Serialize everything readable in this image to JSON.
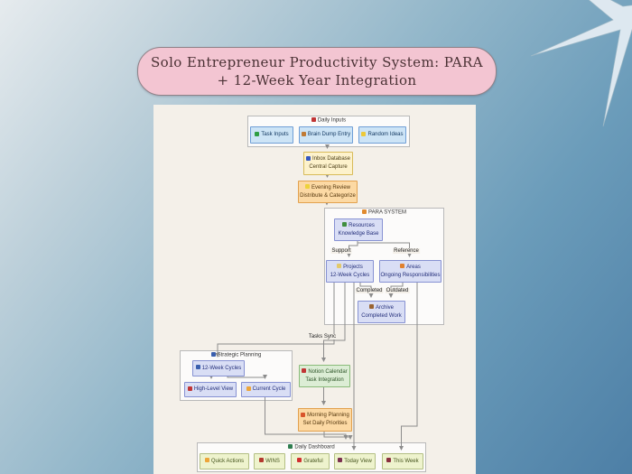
{
  "title": {
    "line1": "Solo Entrepreneur Productivity System: PARA",
    "line2": "+ 12-Week Year Integration"
  },
  "diagram": {
    "sections": {
      "daily_inputs": {
        "label": "Daily Inputs"
      },
      "para": {
        "label": "PARA SYSTEM"
      },
      "strategic": {
        "label": "Strategic Planning"
      },
      "dashboard": {
        "label": "Daily Dashboard"
      }
    },
    "nodes": {
      "task_inputs": {
        "label": "Task Inputs"
      },
      "brain_dump": {
        "label": "Brain Dump Entry"
      },
      "random_ideas": {
        "label": "Random Ideas"
      },
      "inbox": {
        "line1": "Inbox Database",
        "line2": "Central Capture"
      },
      "evening": {
        "line1": "Evening Review",
        "line2": "Distribute & Categorize"
      },
      "resources": {
        "line1": "Resources",
        "line2": "Knowledge Base"
      },
      "projects": {
        "line1": "Projects",
        "line2": "12-Week Cycles"
      },
      "areas": {
        "line1": "Areas",
        "line2": "Ongoing Responsibilities"
      },
      "archive": {
        "line1": "Archive",
        "line2": "Completed Work"
      },
      "twelve_week": {
        "label": "12-Week Cycles"
      },
      "high_level": {
        "label": "High-Level View"
      },
      "current_cycle": {
        "label": "Current Cycle"
      },
      "notion_cal": {
        "line1": "Notion Calendar",
        "line2": "Task Integration"
      },
      "morning": {
        "line1": "Morning Planning",
        "line2": "Set Daily Priorities"
      },
      "quick_actions": {
        "label": "Quick Actions"
      },
      "wins": {
        "label": "WINS"
      },
      "grateful": {
        "label": "Grateful"
      },
      "today_view": {
        "label": "Today View"
      },
      "this_week": {
        "label": "This Week"
      }
    },
    "edge_labels": {
      "support": "Support",
      "reference": "Reference",
      "completed": "Completed",
      "outdated": "Outdated",
      "tasks_sync": "Tasks Sync"
    }
  },
  "icons": {
    "daily_inputs": "#c13535",
    "task_inputs": "#2f9e44",
    "brain_dump": "#c07a35",
    "random_ideas": "#edc93a",
    "inbox": "#3558c1",
    "evening": "#edd23a",
    "para": "#e08a2e",
    "resources": "#3f8f3f",
    "projects": "#e3c96a",
    "areas": "#e0802e",
    "archive": "#9a6430",
    "strategic": "#3a5fae",
    "twelve_week": "#3a5fae",
    "high_level": "#c13535",
    "current_cycle": "#eda53a",
    "notion_cal": "#c13535",
    "morning": "#d9542b",
    "dashboard": "#2e7d4f",
    "quick_actions": "#eda53a",
    "wins": "#b3392e",
    "grateful": "#d12f2f",
    "today_view": "#7a3050",
    "this_week": "#8a2f3e"
  },
  "colors": {
    "background_top": "#e6ebee",
    "background_bottom": "#4d7fa6",
    "title_fill": "#f3c5d2",
    "title_text": "#4a3134",
    "canvas": "#f4f0e9",
    "node_blue": "#cde4f6",
    "node_purple": "#d9def5",
    "node_yellow": "#fdf2cc",
    "node_orange": "#fcd9a4",
    "node_green": "#dcedd5",
    "node_lime": "#eef3cd",
    "edge": "#8c8c8c"
  }
}
